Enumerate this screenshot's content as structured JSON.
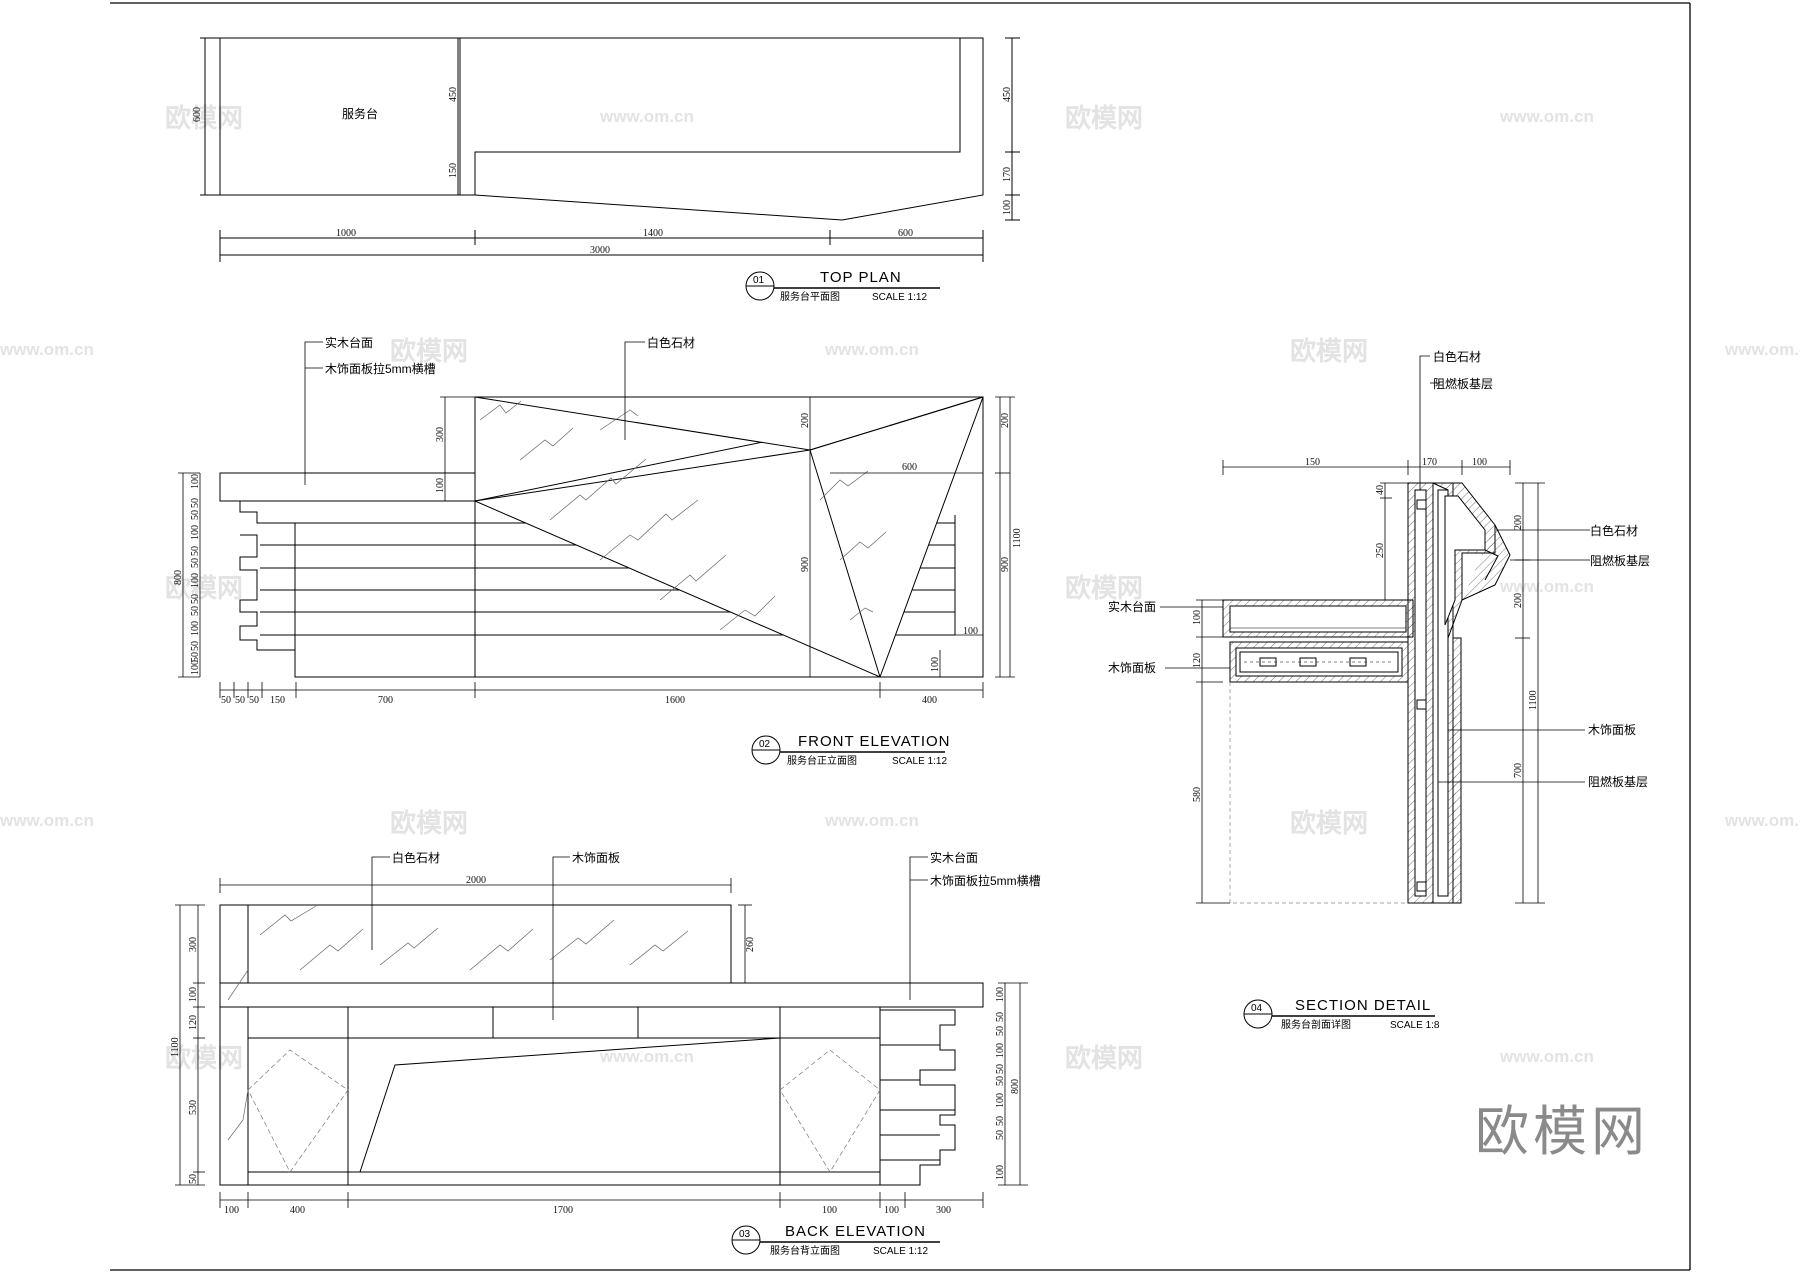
{
  "watermark": {
    "text": "欧模网",
    "url": "www.om.cn"
  },
  "brand_logo": "欧模网",
  "top_plan": {
    "num": "01",
    "title": "TOP PLAN",
    "subtitle": "服务台平面图",
    "scale": "SCALE 1:12",
    "room_label": "服务台",
    "dims": {
      "d600": "600",
      "d450a": "450",
      "d150": "150",
      "d450b": "450",
      "d170": "170",
      "d100": "100",
      "d1000": "1000",
      "d1400": "1400",
      "d600b": "600",
      "d3000": "3000"
    }
  },
  "front_elevation": {
    "num": "02",
    "title": "FRONT ELEVATION",
    "subtitle": "服务台正立面图",
    "scale": "SCALE 1:12",
    "labels": {
      "solid_wood_top": "实木台面",
      "wood_panel_groove": "木饰面板拉5mm横槽",
      "white_stone": "白色石材"
    },
    "dims": {
      "d300": "300",
      "d100": "100",
      "d200": "200",
      "d600": "600",
      "d900": "900",
      "d900b": "900",
      "d100b": "100",
      "d100c": "100",
      "d200b": "200",
      "d1100": "1100",
      "d800": "800",
      "left": [
        "100",
        "50",
        "50",
        "100",
        "50",
        "50",
        "100",
        "50",
        "50",
        "100",
        "50",
        "50",
        "100"
      ],
      "b50a": "50",
      "b50b": "50",
      "b50c": "50",
      "b150": "150",
      "b700": "700",
      "b1600": "1600",
      "b400": "400"
    }
  },
  "back_elevation": {
    "num": "03",
    "title": "BACK ELEVATION",
    "subtitle": "服务台背立面图",
    "scale": "SCALE 1:12",
    "labels": {
      "white_stone": "白色石材",
      "wood_panel": "木饰面板",
      "solid_wood_top": "实木台面",
      "wood_panel_groove": "木饰面板拉5mm横槽"
    },
    "dims": {
      "d2000": "2000",
      "d300": "300",
      "d100": "100",
      "d120": "120",
      "d1100": "1100",
      "d530": "530",
      "d50": "50",
      "d260": "260",
      "right": [
        "100",
        "50",
        "50",
        "100",
        "50",
        "50",
        "100",
        "50",
        "50",
        "100"
      ],
      "d800": "800",
      "b100": "100",
      "b400": "400",
      "b1700": "1700",
      "b100b": "100",
      "b100c": "100",
      "b300": "300"
    }
  },
  "section_detail": {
    "num": "04",
    "title": "SECTION DETAIL",
    "subtitle": "服务台剖面详图",
    "scale": "SCALE 1:8",
    "labels": {
      "white_stone": "白色石材",
      "fire_board": "阻燃板基层",
      "white_stone_b": "白色石材",
      "fire_board_b": "阻燃板基层",
      "solid_wood_top": "实木台面",
      "wood_panel": "木饰面板",
      "wood_panel_b": "木饰面板",
      "fire_board_c": "阻燃板基层"
    },
    "dims": {
      "d150": "150",
      "d170": "170",
      "d100": "100",
      "d40": "40",
      "d250": "250",
      "d100b": "100",
      "d120": "120",
      "d580": "580",
      "d200a": "200",
      "d200b": "200",
      "d1100": "1100",
      "d700": "700"
    }
  }
}
